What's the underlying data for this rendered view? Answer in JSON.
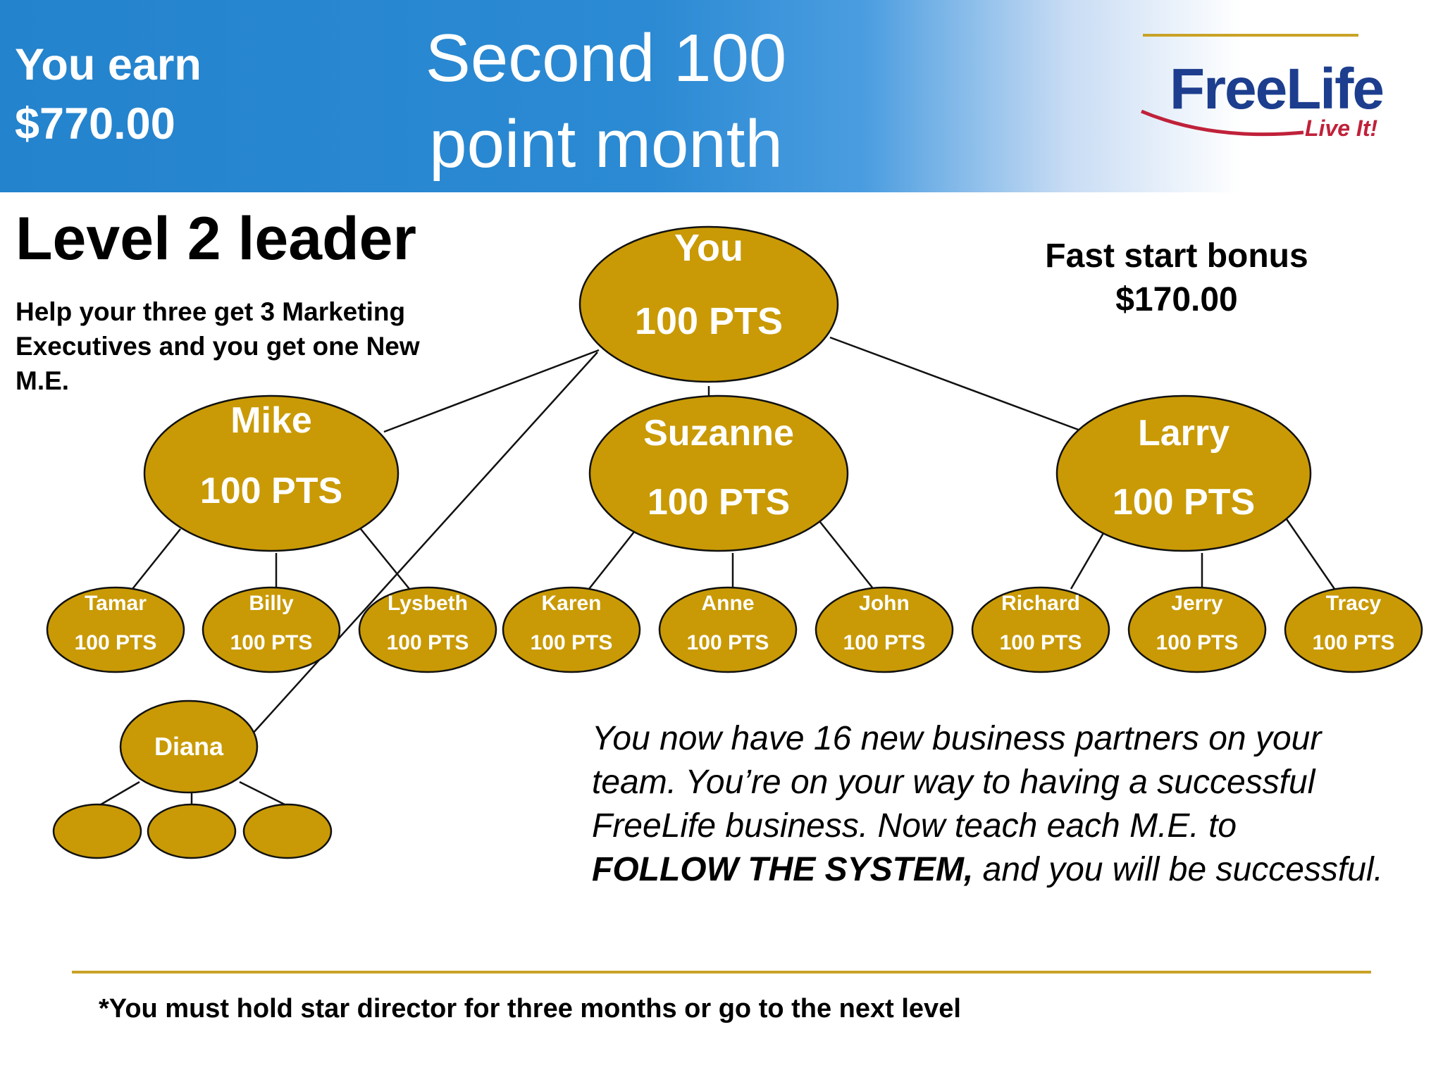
{
  "header": {
    "earn_line1": "You earn",
    "earn_line2": "$770.00",
    "title_line1": "Second 100",
    "title_line2": "point month"
  },
  "logo": {
    "wordmark": "FreeLife",
    "tagline": "Live It!"
  },
  "level": {
    "heading": "Level 2 leader",
    "description": "Help your three get 3 Marketing Executives and you get one New M.E."
  },
  "bonus": {
    "label": "Fast start bonus",
    "amount": "$170.00"
  },
  "tree": {
    "root": {
      "name": "You",
      "points": "100 PTS"
    },
    "level1": [
      {
        "name": "Mike",
        "points": "100 PTS"
      },
      {
        "name": "Suzanne",
        "points": "100 PTS"
      },
      {
        "name": "Larry",
        "points": "100 PTS"
      }
    ],
    "level2": [
      {
        "name": "Tamar",
        "points": "100 PTS"
      },
      {
        "name": "Billy",
        "points": "100 PTS"
      },
      {
        "name": "Lysbeth",
        "points": "100 PTS"
      },
      {
        "name": "Karen",
        "points": "100 PTS"
      },
      {
        "name": "Anne",
        "points": "100 PTS"
      },
      {
        "name": "John",
        "points": "100 PTS"
      },
      {
        "name": "Richard",
        "points": "100 PTS"
      },
      {
        "name": "Jerry",
        "points": "100 PTS"
      },
      {
        "name": "Tracy",
        "points": "100 PTS"
      }
    ],
    "new_me": {
      "name": "Diana"
    }
  },
  "message": {
    "part1": "You now have 16 new business partners on your team. You’re on your way to having a successful FreeLife business. Now teach each M.E. to ",
    "emphasis": "FOLLOW THE SYSTEM,",
    "part2": " and you will be successful."
  },
  "footnote": "*You must hold star director for three months or go to the next level",
  "colors": {
    "header_blue": "#2483cd",
    "node_gold": "#c99a05",
    "rule_gold": "#c9a227",
    "logo_blue": "#1d3e8e",
    "logo_red": "#c0213a"
  }
}
